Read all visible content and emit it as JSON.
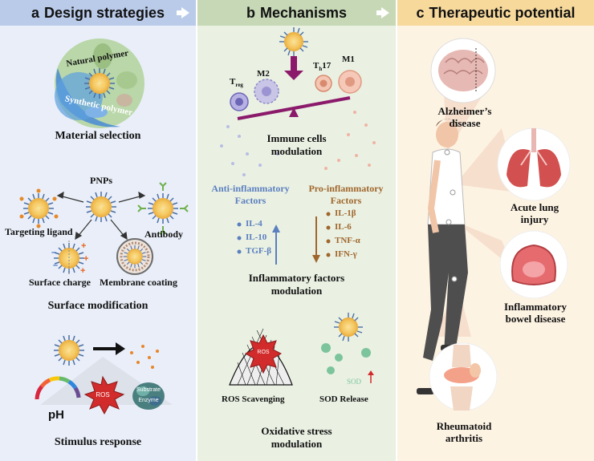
{
  "panel_a": {
    "letter": "a",
    "title": "Design strategies",
    "natural_polymer": "Natural polymer",
    "synthetic_polymer": "Synthetic polymer",
    "material_selection": "Material selection",
    "pnps": "PNPs",
    "targeting_ligand": "Targeting ligand",
    "antibody": "Antibody",
    "surface_charge": "Surface charge",
    "membrane_coating": "Membrane coating",
    "surface_modification": "Surface modification",
    "ph": "pH",
    "ros": "ROS",
    "substrate": "Substrate",
    "enzyme": "Enzyme",
    "stimulus_response": "Stimulus response"
  },
  "panel_b": {
    "letter": "b",
    "title": "Mechanisms",
    "treg": "T",
    "treg_sub": "reg",
    "m2": "M2",
    "th17": "T",
    "th17_sub": "h",
    "th17_num": "17",
    "m1": "M1",
    "immune_line1": "Immune cells",
    "immune_line2": "modulation",
    "anti_line1": "Anti-inflammatory",
    "anti_line2": "Factors",
    "pro_line1": "Pro-inflammatory",
    "pro_line2": "Factors",
    "anti_factors": [
      "IL-4",
      "IL-10",
      "TGF-β"
    ],
    "pro_factors": [
      "IL-1β",
      "IL-6",
      "TNF-α",
      "IFN-γ"
    ],
    "infl_line1": "Inflammatory factors",
    "infl_line2": "modulation",
    "ros": "ROS",
    "sod": "SOD",
    "ros_scavenging": "ROS Scavenging",
    "sod_release": "SOD Release",
    "oxid_line1": "Oxidative stress",
    "oxid_line2": "modulation"
  },
  "panel_c": {
    "letter": "c",
    "title": "Therapeutic potential",
    "alz_line1": "Alzheimer’s",
    "alz_line2": "disease",
    "lung_line1": "Acute lung",
    "lung_line2": "injury",
    "ibd_line1": "Inflammatory",
    "ibd_line2": "bowel disease",
    "ra_line1": "Rheumatoid",
    "ra_line2": "arthritis"
  },
  "colors": {
    "panel_a_bg": "#e9eef8",
    "panel_b_bg": "#eaf1e3",
    "panel_c_bg": "#fdf3e3",
    "anti_color": "#5b7fbf",
    "pro_color": "#a0662c",
    "balance": "#8b1a6b",
    "ros_red": "#c8282c"
  }
}
